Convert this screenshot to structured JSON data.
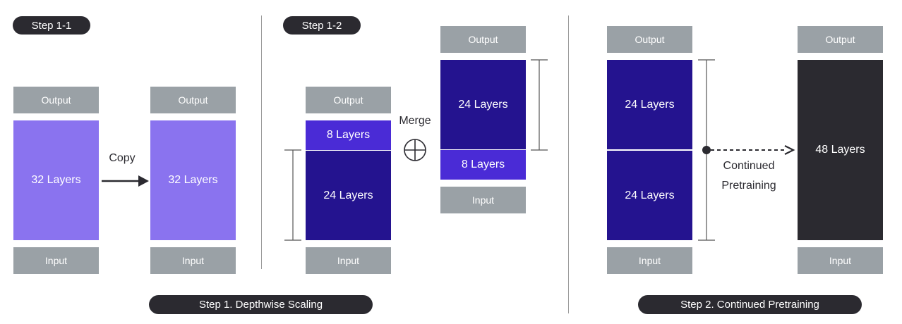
{
  "steps": {
    "step_1_1": "Step 1-1",
    "step_1_2": "Step 1-2",
    "step_1": "Step 1.  Depthwise Scaling",
    "step_2": "Step 2. Continued Pretraining"
  },
  "common": {
    "output": "Output",
    "input": "Input"
  },
  "section1": {
    "left_block": "32 Layers",
    "right_block": "32 Layers",
    "copy_label": "Copy"
  },
  "section2": {
    "left_top": "8 Layers",
    "left_bottom": "24 Layers",
    "merge_label": "Merge",
    "right_top": "24 Layers",
    "right_bottom": "8 Layers"
  },
  "section3": {
    "left_top": "24 Layers",
    "left_bottom": "24 Layers",
    "pretraining_label_line1": "Continued",
    "pretraining_label_line2": "Pretraining",
    "right_block": "48 Layers"
  },
  "colors": {
    "lavender": "#8a73ef",
    "navy": "#24138f",
    "violet": "#4a2bd6",
    "dark": "#2b2a30",
    "gray": "#9aa1a6"
  }
}
